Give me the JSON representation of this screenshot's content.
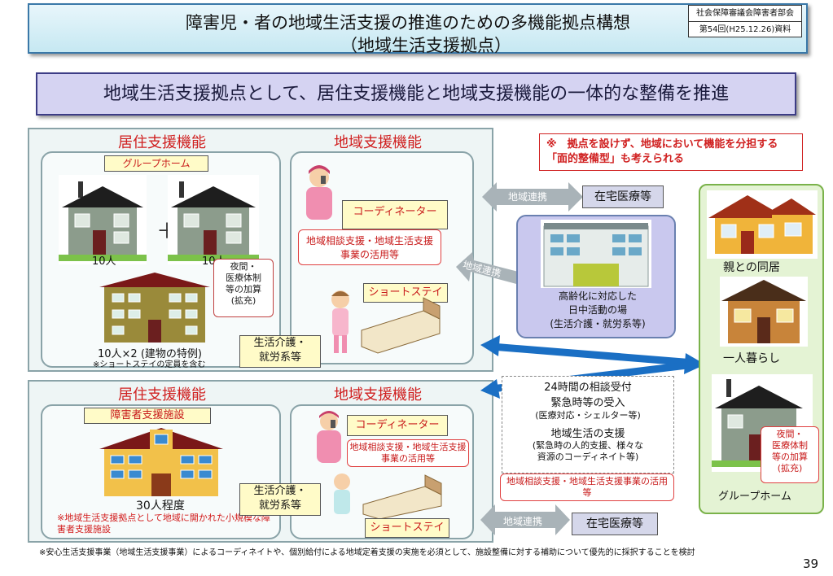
{
  "title": {
    "line1": "障害児・者の地域生活支援の推進のための多機能拠点構想",
    "line2": "（地域生活支援拠点）"
  },
  "meta": {
    "line1": "社会保障審議会障害者部会",
    "line2": "第54回(H25.12.26)資料"
  },
  "banner": "地域生活支援拠点として、居住支援機能と地域支援機能の一体的な整備を推進",
  "top_panel": {
    "residential_title": "居住支援機能",
    "regional_title": "地域支援機能",
    "group_home_label": "グループホーム",
    "plus": "＋",
    "house1_caption": "10人",
    "house2_caption": "10人",
    "night_note": "夜間・\n医療体制\n等の加算\n(拡充)",
    "building_caption": "10人×2 (建物の特例)",
    "building_subcaption": "※ショートステイの定員を含む",
    "coordinator": "コーディネーター",
    "consult_note": "地域相談支援・地域生活支援事業の活用等",
    "short_stay": "ショートステイ",
    "life_care": "生活介護・\n就労系等"
  },
  "bottom_panel": {
    "residential_title": "居住支援機能",
    "regional_title": "地域支援機能",
    "facility_label": "障害者支援施設",
    "facility_caption": "30人程度",
    "facility_note": "※地域生活支援拠点として地域に開かれた小規模な障害者支援施設",
    "coordinator": "コーディネーター",
    "consult_note": "地域相談支援・地域生活支援事業の活用等",
    "short_stay": "ショートステイ",
    "life_care": "生活介護・\n就労系等"
  },
  "red_note": "※　拠点を設けず、地域において機能を分担する「面的整備型」も考えられる",
  "links": {
    "top_link": "地域連携",
    "home_medical_top": "在宅医療等",
    "middle_link": "地域連携",
    "bottom_link": "地域連携",
    "home_medical_bottom": "在宅医療等"
  },
  "day_center": {
    "caption": "高齢化に対応した\n日中活動の場\n(生活介護・就労系等)"
  },
  "support_list": {
    "item1": "24時間の相談受付",
    "item2": "緊急時等の受入",
    "item2_sub": "(医療対応・シェルター等)",
    "item3": "地域生活の支援",
    "item3_sub": "(緊急時の人的支援、様々な\n資源のコーディネイト等)",
    "consult_note": "地域相談支援・地域生活支援事業の活用等"
  },
  "right_panel": {
    "with_parents": "親との同居",
    "living_alone": "一人暮らし",
    "night_note": "夜間・\n医療体制\n等の加算\n(拡充)",
    "group_home": "グループホーム"
  },
  "footnote": "※安心生活支援事業（地域生活支援事業）によるコーディネイトや、個別給付による地域定着支援の実施を必須として、施設整備に対する補助について優先的に採択することを検討",
  "page_number": "39",
  "colors": {
    "red": "#d21b1b",
    "arrow_blue": "#1a6fc4",
    "link_gray": "#a9b3b8",
    "banner_bg": "#d5d3f2"
  }
}
